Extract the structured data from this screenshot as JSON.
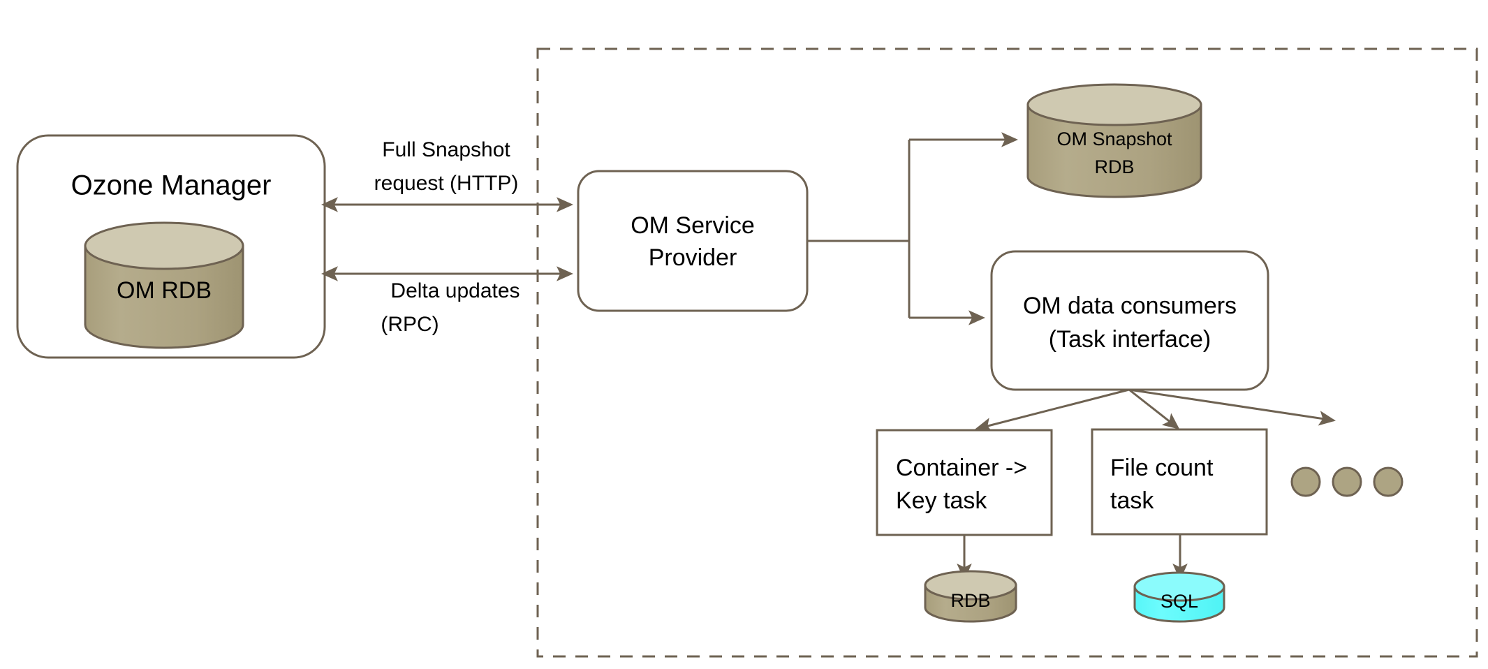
{
  "diagram": {
    "title": "Ozone Manager / Recon OM data flow",
    "colors": {
      "line": "#6E6252",
      "khaki_body": "#ADA483",
      "khaki_top": "#CFC9B1",
      "cyan_body": "#5FF8FA",
      "cyan_top": "#8BFBFC",
      "box_fill": "#FFFFFF",
      "text": "#000000",
      "background": "#FFFFFF"
    },
    "nodes": {
      "ozone_manager": {
        "label": "Ozone Manager",
        "shape": "rounded-rect"
      },
      "om_rdb": {
        "label": "OM RDB",
        "shape": "cylinder",
        "color": "khaki"
      },
      "om_service_provider": {
        "label_line1": "OM Service",
        "label_line2": "Provider",
        "shape": "rounded-rect"
      },
      "om_snapshot_rdb": {
        "label_line1": "OM Snapshot",
        "label_line2": "RDB",
        "shape": "cylinder",
        "color": "khaki"
      },
      "om_data_consumers": {
        "label_line1": "OM data consumers",
        "label_line2": "(Task interface)",
        "shape": "rounded-rect"
      },
      "container_key_task": {
        "label_line1": "Container ->",
        "label_line2": "Key task",
        "shape": "rect"
      },
      "file_count_task": {
        "label_line1": "File count",
        "label_line2": "task",
        "shape": "rect"
      },
      "rdb_store": {
        "label": "RDB",
        "shape": "cylinder",
        "color": "khaki"
      },
      "sql_store": {
        "label": "SQL",
        "shape": "cylinder",
        "color": "cyan"
      },
      "more_tasks_ellipsis": {
        "label": "",
        "shape": "three-dots",
        "count": 3
      }
    },
    "edges": [
      {
        "id": "full-snapshot",
        "from": "om_service_provider",
        "to": "ozone_manager",
        "label_line1": "Full Snapshot",
        "label_line2": "request (HTTP)",
        "direction": "bidirectional"
      },
      {
        "id": "delta-updates",
        "from": "om_service_provider",
        "to": "ozone_manager",
        "label_line1": "Delta updates",
        "label_line2": "(RPC)",
        "direction": "bidirectional"
      },
      {
        "id": "provider-to-snapshot",
        "from": "om_service_provider",
        "to": "om_snapshot_rdb",
        "label_line1": "",
        "label_line2": "",
        "direction": "forward"
      },
      {
        "id": "provider-to-consumers",
        "from": "om_service_provider",
        "to": "om_data_consumers",
        "label_line1": "",
        "label_line2": "",
        "direction": "forward"
      },
      {
        "id": "consumers-to-container-key",
        "from": "om_data_consumers",
        "to": "container_key_task",
        "label_line1": "",
        "label_line2": "",
        "direction": "forward"
      },
      {
        "id": "consumers-to-file-count",
        "from": "om_data_consumers",
        "to": "file_count_task",
        "label_line1": "",
        "label_line2": "",
        "direction": "forward"
      },
      {
        "id": "consumers-to-more",
        "from": "om_data_consumers",
        "to": "more_tasks_ellipsis",
        "label_line1": "",
        "label_line2": "",
        "direction": "forward"
      },
      {
        "id": "container-key-to-rdb",
        "from": "container_key_task",
        "to": "rdb_store",
        "label_line1": "",
        "label_line2": "",
        "direction": "forward"
      },
      {
        "id": "file-count-to-sql",
        "from": "file_count_task",
        "to": "sql_store",
        "label_line1": "",
        "label_line2": "",
        "direction": "forward"
      }
    ],
    "groups": {
      "recon_boundary": {
        "label": "",
        "style": "dashed"
      }
    }
  }
}
